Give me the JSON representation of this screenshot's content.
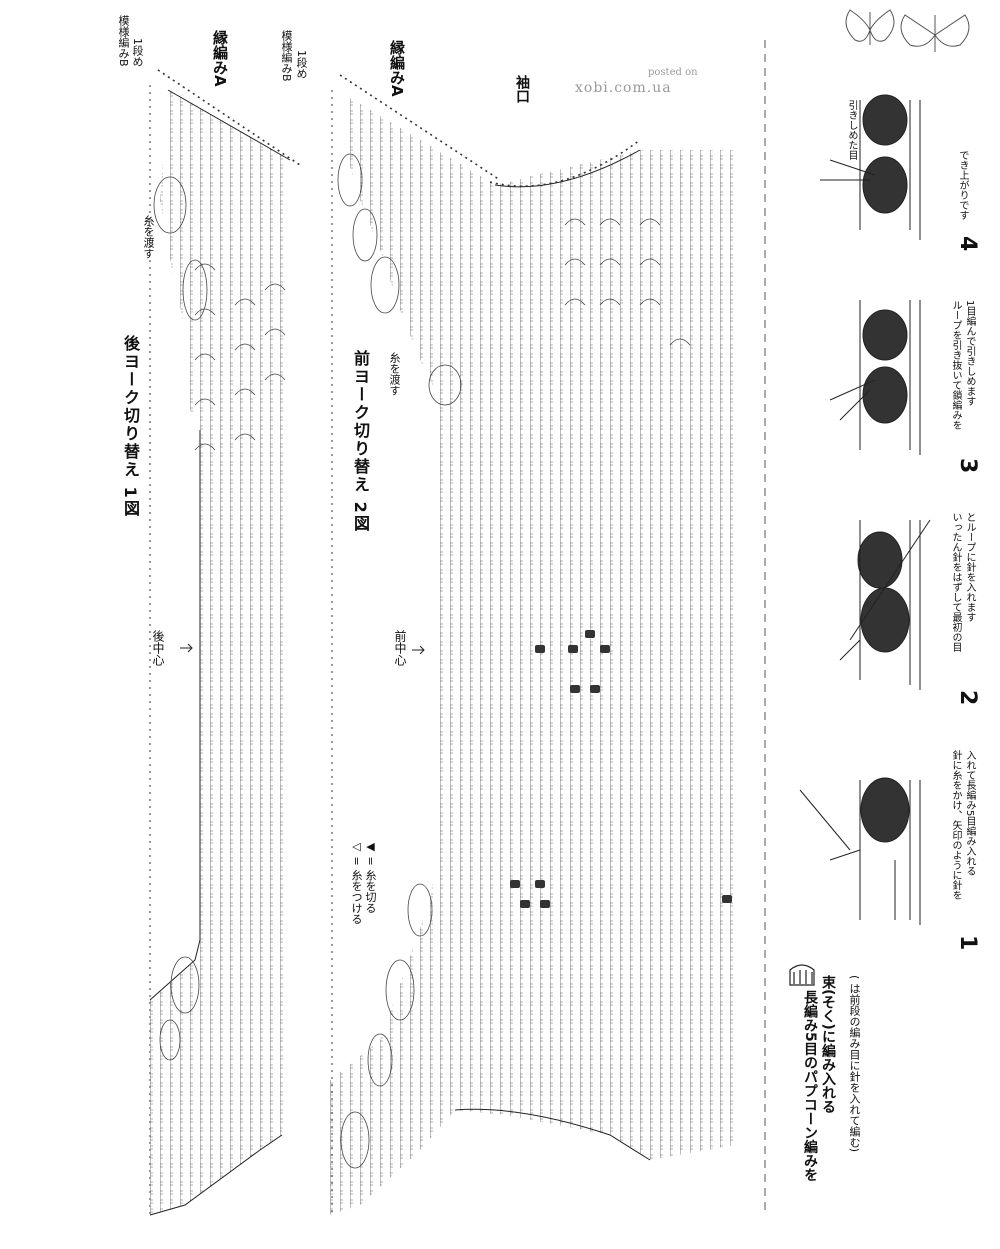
{
  "labels": {
    "back_yoke_title": "後ヨーク切り替え 1図",
    "front_yoke_title": "前ヨーク切り替え 2図",
    "back_center": "後中心",
    "front_center": "前中心",
    "sleeve_opening": "袖口",
    "edging_a_back": "縁編みA",
    "edging_a_front": "縁編みA",
    "special_b_back_l1": "模様編みB",
    "special_b_back_l2": "1段め",
    "special_b_front_l1": "模様編みB",
    "special_b_front_l2": "1段め",
    "pass_yarn_back": "糸を渡す",
    "pass_yarn_front": "糸を渡す"
  },
  "legend": {
    "attach_yarn": "◁ = 糸をつける",
    "cut_yarn": "◀ = 糸を切る"
  },
  "popcorn": {
    "title_l1": "長編み5目のパプコーン編みを",
    "title_l2": "束(そく)に編み入れる",
    "note": "(  は前段の編み目に針を入れて編む)"
  },
  "steps": [
    {
      "number": "1",
      "line1": "針に糸をかけ、矢印のように針を",
      "line2": "入れて長編み5目編み入れる"
    },
    {
      "number": "2",
      "line1": "いったん針をはずして最初の目",
      "line2": "とループに針を入れます"
    },
    {
      "number": "3",
      "line1": "ループを引き抜いて鎖編みを",
      "line2": "1目編んで引きしめます"
    },
    {
      "number": "4",
      "line1": "でき上がりです",
      "line2": ""
    }
  ],
  "step4_callout": "引きしめた目",
  "watermark": {
    "line1": "posted on",
    "line2": "xobi.com.ua"
  },
  "decor": {
    "ornament_icon": "butterfly-icon"
  }
}
